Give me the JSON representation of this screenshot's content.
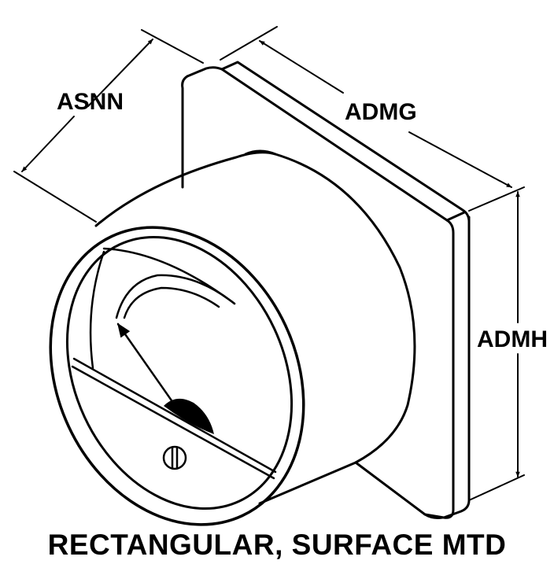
{
  "labels": {
    "depth_left": "ASNN",
    "depth_right": "ADMG",
    "height": "ADMH"
  },
  "caption": "RECTANGULAR, SURFACE MTD",
  "colors": {
    "line": "#000000",
    "background": "#ffffff"
  }
}
